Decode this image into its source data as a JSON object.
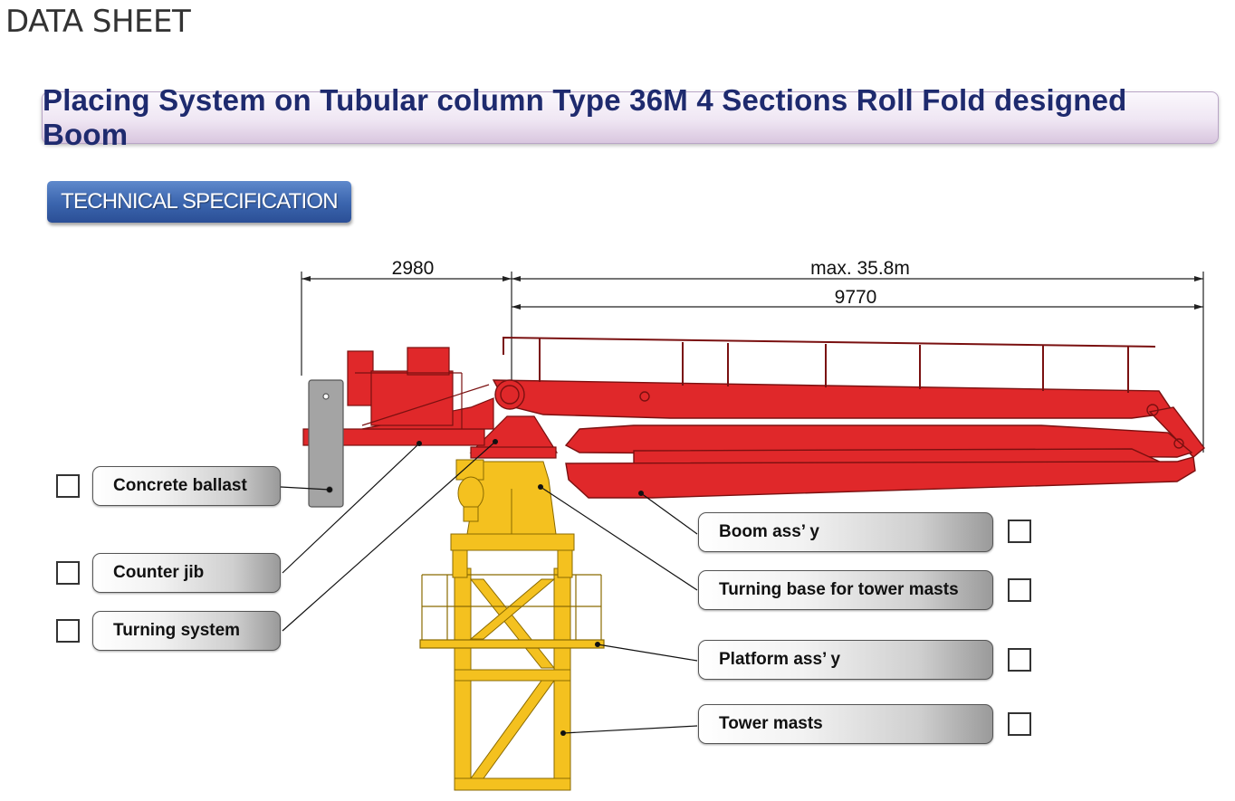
{
  "header": {
    "text": "DATA SHEET"
  },
  "title": "Placing System on Tubular column Type 36M 4 Sections Roll Fold designed Boom",
  "section_badge": "TECHNICAL SPECIFICATION",
  "dimensions": {
    "counter_jib": "2980",
    "max_reach": "max. 35.8m",
    "first_section": "9770"
  },
  "components": {
    "concrete_ballast": "Concrete ballast",
    "counter_jib": "Counter jib",
    "turning_system": "Turning system",
    "boom_assy": "Boom ass’ y",
    "turning_base": "Turning base for tower masts",
    "platform_assy": "Platform ass’ y",
    "tower_masts": "Tower masts"
  },
  "colors": {
    "boom": "#e0282a",
    "tower": "#f4c11f",
    "ballast": "#a4a4a4",
    "title_text": "#1e2a6e",
    "badge": "#3a64ad"
  }
}
